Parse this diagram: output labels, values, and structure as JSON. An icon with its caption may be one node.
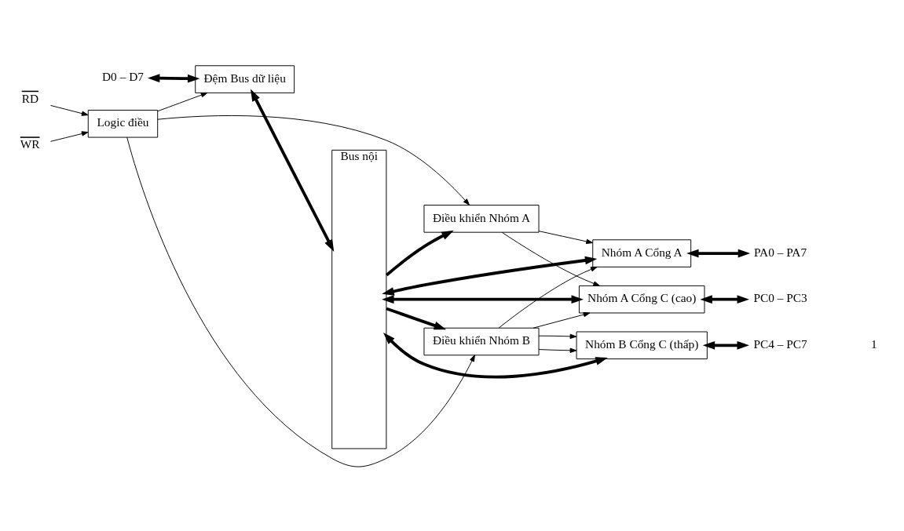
{
  "diagram": {
    "nodes": [
      {
        "text": [
          "D0 – D7"
        ]
      },
      {
        "text": [
          "Đệm Bus dữ liệu"
        ]
      },
      {
        "text": [
          "RD"
        ]
      },
      {
        "text": [
          "WR"
        ]
      },
      {
        "text": [
          "Logic điều"
        ]
      },
      {
        "text": [
          "Điều khiển Nhóm A"
        ]
      },
      {
        "text": [
          "Điều khiển Nhóm B"
        ]
      },
      {
        "text": [
          "Bus nội"
        ]
      },
      {
        "text": [
          "Nhóm A Cổng A"
        ]
      },
      {
        "text": [
          "Nhóm A Cổng C (cao)"
        ]
      },
      {
        "text": [
          "Nhóm B Cổng C (thấp)"
        ]
      },
      {
        "text": [
          "PA0 – PA7"
        ]
      },
      {
        "text": [
          "PC0 – PC3"
        ]
      },
      {
        "text": [
          "PC4 – PC7"
        ]
      }
    ],
    "edges": [
      {
        "from": 0,
        "to": 1,
        "arrow": "both",
        "style": "thick"
      },
      {
        "from": 2,
        "to": 4,
        "arrow": "to"
      },
      {
        "from": 3,
        "to": 4,
        "arrow": "to"
      },
      {
        "from": 4,
        "to": 1,
        "arrow": "to"
      },
      {
        "from": 4,
        "to": 5,
        "arrow": "to"
      },
      {
        "from": 4,
        "to": 6,
        "arrow": "to"
      },
      {
        "from": 1,
        "to": 7,
        "arrow": "both",
        "style": "thick"
      },
      {
        "from": 7,
        "to": 5,
        "arrow": "to",
        "style": "thick"
      },
      {
        "from": 7,
        "to": 6,
        "arrow": "to",
        "style": "thick"
      },
      {
        "from": 7,
        "to": 8,
        "arrow": "both",
        "style": "thick"
      },
      {
        "from": 7,
        "to": 9,
        "arrow": "both",
        "style": "thick"
      },
      {
        "from": 7,
        "to": 10,
        "arrow": "both",
        "style": "thick"
      },
      {
        "from": 5,
        "to": 8,
        "arrow": "to"
      },
      {
        "from": 5,
        "to": 9,
        "arrow": "to"
      },
      {
        "from": 6,
        "to": 8,
        "arrow": "to"
      },
      {
        "from": 6,
        "to": 9,
        "arrow": "to"
      },
      {
        "from": 6,
        "to": 10,
        "arrow": "to"
      },
      {
        "from": 6,
        "to": 10,
        "arrow": "to"
      },
      {
        "from": 8,
        "to": 11,
        "arrow": "both",
        "style": "thick"
      },
      {
        "from": 9,
        "to": 12,
        "arrow": "both",
        "style": "thick"
      },
      {
        "from": 10,
        "to": 13,
        "arrow": "both",
        "style": "thick"
      }
    ],
    "labels": [
      "1"
    ]
  }
}
